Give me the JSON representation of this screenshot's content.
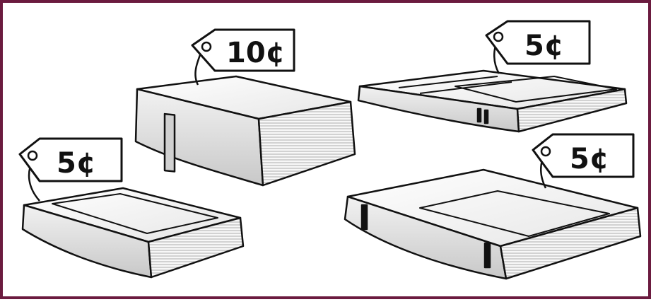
{
  "colors": {
    "frame": "#6b1b3f",
    "ink": "#111111",
    "paper": "#ffffff",
    "shade": "#cfcfcf"
  },
  "books": [
    {
      "price": "10¢"
    },
    {
      "price": "5¢"
    },
    {
      "price": "5¢"
    },
    {
      "price": "5¢"
    }
  ]
}
